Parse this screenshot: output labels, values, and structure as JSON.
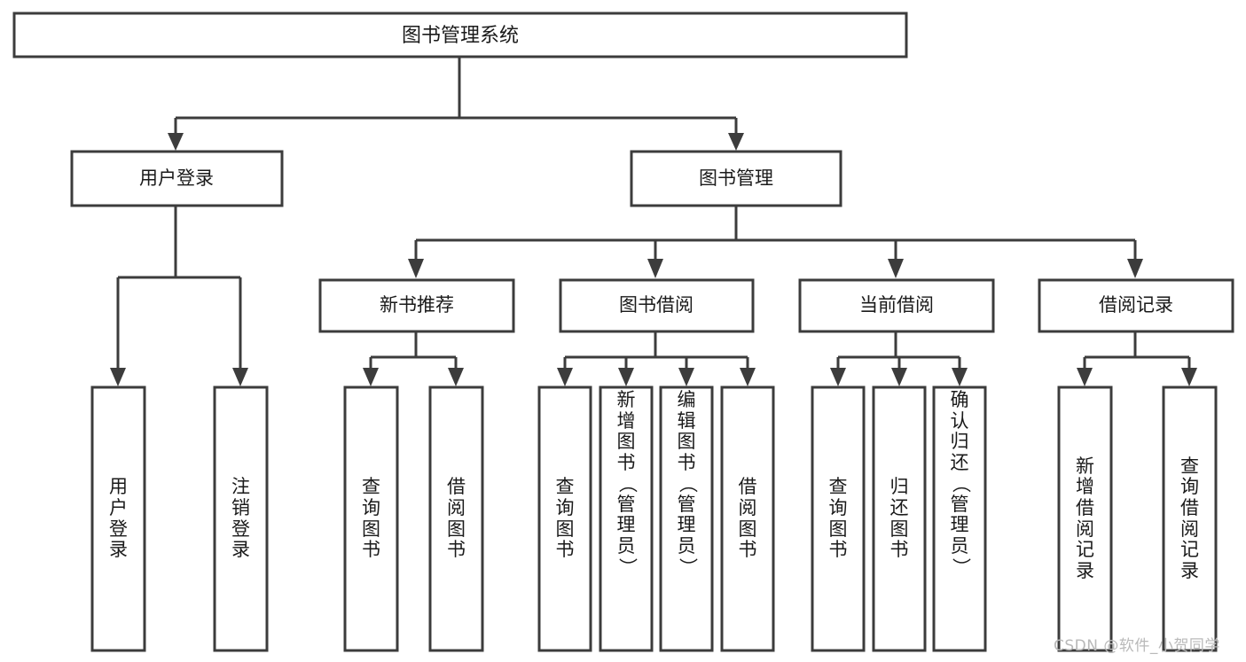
{
  "diagram": {
    "type": "tree-hierarchy-chart",
    "title_text": "图书管理系统",
    "watermark": "CSDN @软件_小贺同学",
    "colors": {
      "stroke": "#3c3c3c",
      "fill": "#ffffff",
      "text": "#1a1a1a",
      "watermark": "#b9b9b9"
    },
    "root": {
      "label": "图书管理系统"
    },
    "level1": [
      {
        "label": "用户登录"
      },
      {
        "label": "图书管理"
      }
    ],
    "level2": [
      {
        "label": "新书推荐"
      },
      {
        "label": "图书借阅"
      },
      {
        "label": "当前借阅"
      },
      {
        "label": "借阅记录"
      }
    ],
    "leaves": {
      "user_login": [
        {
          "label": "用户登录"
        },
        {
          "label": "注销登录"
        }
      ],
      "new_book_recommend": [
        {
          "label": "查询图书"
        },
        {
          "label": "借阅图书"
        }
      ],
      "book_borrow": [
        {
          "label": "查询图书"
        },
        {
          "label": "新增图书（管理员）"
        },
        {
          "label": "编辑图书（管理员）"
        },
        {
          "label": "借阅图书"
        }
      ],
      "current_borrow": [
        {
          "label": "查询图书"
        },
        {
          "label": "归还图书"
        },
        {
          "label": "确认归还（管理员）"
        }
      ],
      "borrow_record": [
        {
          "label": "新增借阅记录"
        },
        {
          "label": "查询借阅记录"
        }
      ]
    }
  }
}
